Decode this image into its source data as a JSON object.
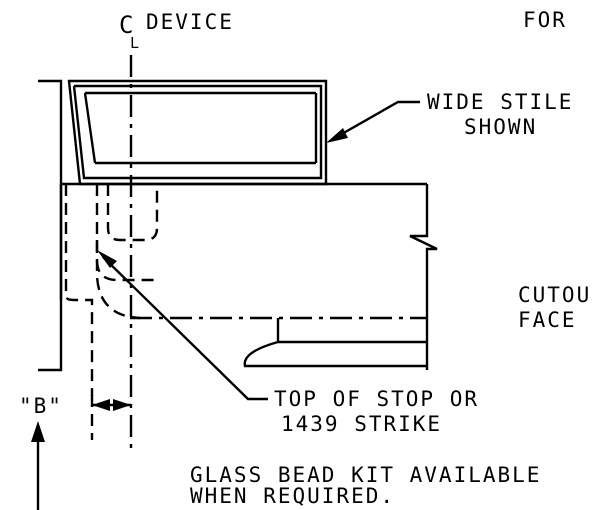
{
  "labels": {
    "centerline_symbol": "C",
    "centerline_sub": "L",
    "device": "DEVICE",
    "for_text": "FOR",
    "wide_stile_line1": "WIDE STILE",
    "wide_stile_line2": "SHOWN",
    "cutout_line1": "CUTOU",
    "cutout_line2": "FACE",
    "top_of_stop_line1": "TOP OF STOP OR",
    "top_of_stop_line2": "1439 STRIKE",
    "dimension_b": "\"B\"",
    "glass_bead_line1": "GLASS BEAD KIT AVAILABLE",
    "glass_bead_line2": "WHEN REQUIRED."
  }
}
